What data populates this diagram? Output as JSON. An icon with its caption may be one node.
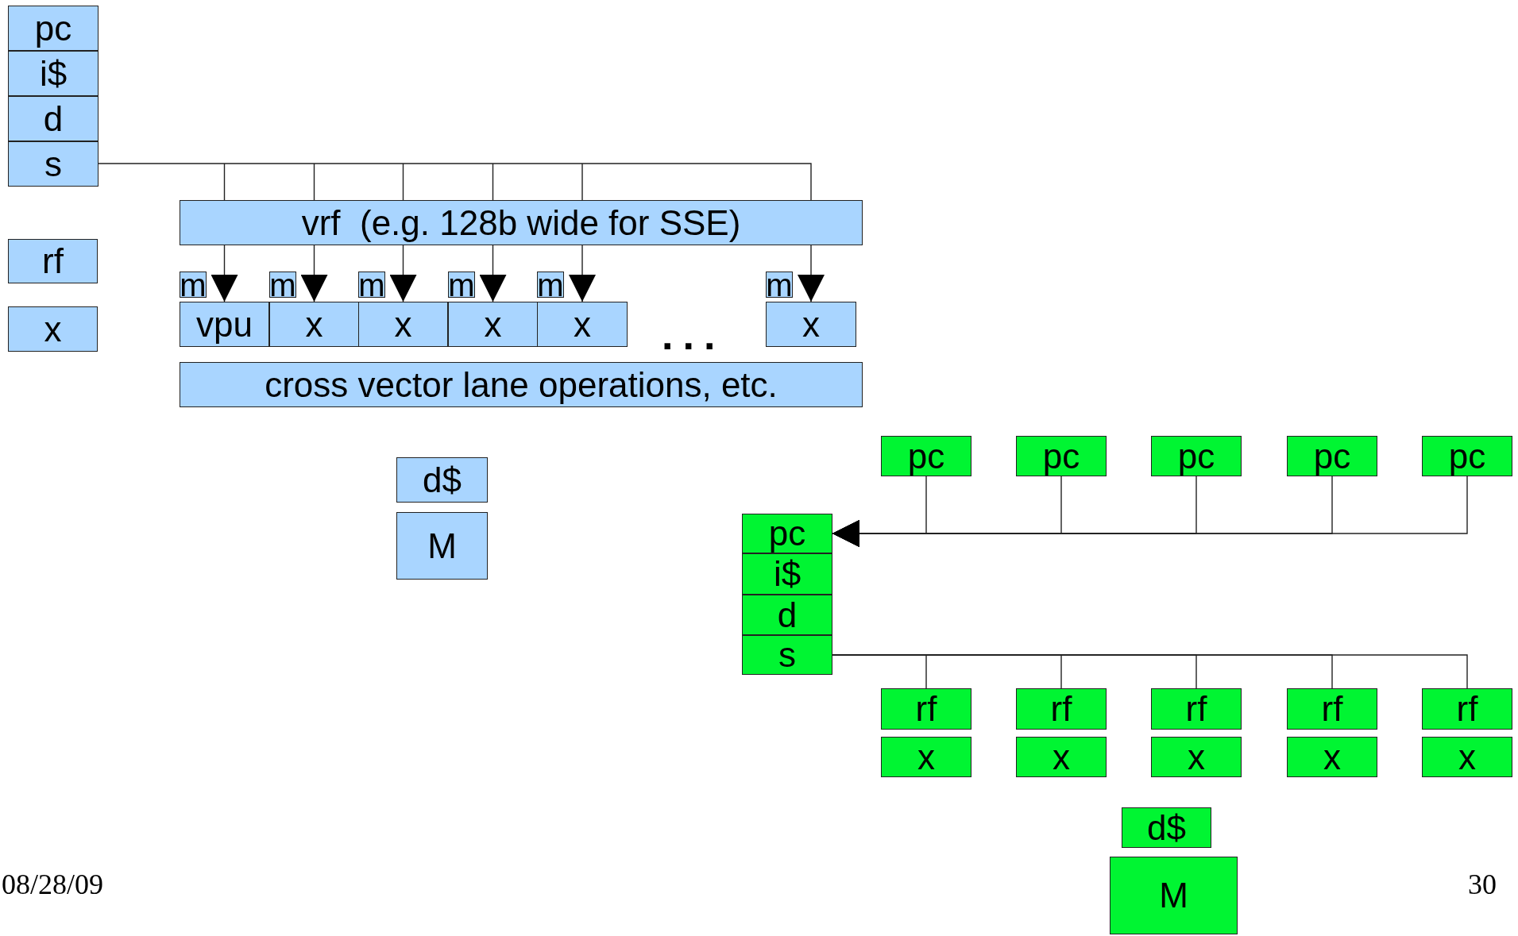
{
  "diagram": {
    "nodes": [
      {
        "text": [
          "pc"
        ]
      },
      {
        "text": [
          "i$"
        ]
      },
      {
        "text": [
          "d"
        ]
      },
      {
        "text": [
          "s"
        ]
      },
      {
        "text": [
          "rf"
        ]
      },
      {
        "text": [
          "x"
        ]
      },
      {
        "text": [
          "vrf  (e.g. 128b wide for SSE)"
        ]
      },
      {
        "text": [
          "m"
        ]
      },
      {
        "text": [
          "m"
        ]
      },
      {
        "text": [
          "m"
        ]
      },
      {
        "text": [
          "m"
        ]
      },
      {
        "text": [
          "m"
        ]
      },
      {
        "text": [
          "m"
        ]
      },
      {
        "text": [
          "vpu"
        ]
      },
      {
        "text": [
          "x"
        ]
      },
      {
        "text": [
          "x"
        ]
      },
      {
        "text": [
          "x"
        ]
      },
      {
        "text": [
          "x"
        ]
      },
      {
        "text": [
          "x"
        ]
      },
      {
        "text": [
          "cross vector lane operations, etc."
        ]
      },
      {
        "text": [
          "d$"
        ]
      },
      {
        "text": [
          "M"
        ]
      },
      {
        "text": [
          "pc"
        ]
      },
      {
        "text": [
          "pc"
        ]
      },
      {
        "text": [
          "pc"
        ]
      },
      {
        "text": [
          "pc"
        ]
      },
      {
        "text": [
          "pc"
        ]
      },
      {
        "text": [
          "pc"
        ]
      },
      {
        "text": [
          "i$"
        ]
      },
      {
        "text": [
          "d"
        ]
      },
      {
        "text": [
          "s"
        ]
      },
      {
        "text": [
          "rf"
        ]
      },
      {
        "text": [
          "rf"
        ]
      },
      {
        "text": [
          "rf"
        ]
      },
      {
        "text": [
          "rf"
        ]
      },
      {
        "text": [
          "rf"
        ]
      },
      {
        "text": [
          "x"
        ]
      },
      {
        "text": [
          "x"
        ]
      },
      {
        "text": [
          "x"
        ]
      },
      {
        "text": [
          "x"
        ]
      },
      {
        "text": [
          "x"
        ]
      },
      {
        "text": [
          "d$"
        ]
      },
      {
        "text": [
          "M"
        ]
      }
    ],
    "edges": [
      {
        "from": 3,
        "to": 6,
        "arrow": "none"
      },
      {
        "from": 6,
        "to": 13,
        "arrow": "to"
      },
      {
        "from": 6,
        "to": 14,
        "arrow": "to"
      },
      {
        "from": 6,
        "to": 15,
        "arrow": "to"
      },
      {
        "from": 6,
        "to": 16,
        "arrow": "to"
      },
      {
        "from": 6,
        "to": 17,
        "arrow": "to"
      },
      {
        "from": 6,
        "to": 18,
        "arrow": "to"
      },
      {
        "from": 22,
        "to": 27,
        "arrow": "to"
      },
      {
        "from": 23,
        "to": 27,
        "arrow": "to"
      },
      {
        "from": 24,
        "to": 27,
        "arrow": "to"
      },
      {
        "from": 25,
        "to": 27,
        "arrow": "to"
      },
      {
        "from": 26,
        "to": 27,
        "arrow": "to"
      },
      {
        "from": 30,
        "to": 31,
        "arrow": "none"
      },
      {
        "from": 30,
        "to": 32,
        "arrow": "none"
      },
      {
        "from": 30,
        "to": 33,
        "arrow": "none"
      },
      {
        "from": 30,
        "to": 34,
        "arrow": "none"
      },
      {
        "from": 30,
        "to": 35,
        "arrow": "none"
      }
    ],
    "labels": [
      "...",
      "08/28/09",
      "30"
    ]
  }
}
